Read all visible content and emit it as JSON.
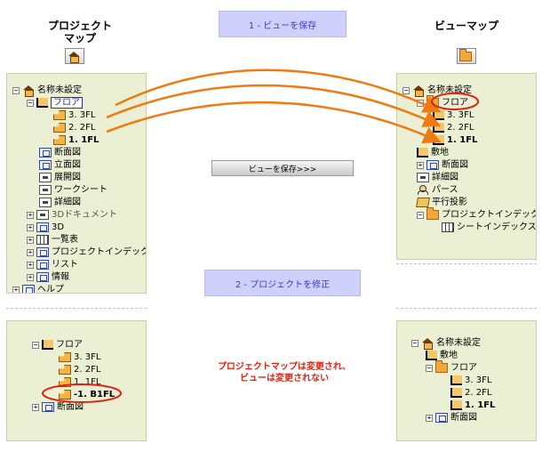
{
  "headings": {
    "project_map_line1": "プロジェクト",
    "project_map_line2": "マップ",
    "view_map": "ビューマップ"
  },
  "steps": {
    "step1": "1 - ビューを保存",
    "step2": "2 - プロジェクトを修正"
  },
  "save_button": "ビューを保存>>>",
  "note": {
    "line1": "プロジェクトマップは変更され、",
    "line2": "ビューは変更されない"
  },
  "project_tree": {
    "root": "名称未設定",
    "floor_group": "フロア",
    "floors": [
      "3. 3FL",
      "2. 2FL",
      "1. 1FL"
    ],
    "items": [
      "断面図",
      "立面図",
      "展開図",
      "ワークシート",
      "詳細図",
      "3Dドキュメント",
      "3D",
      "一覧表",
      "プロジェクトインデックス",
      "リスト",
      "情報"
    ],
    "help": "ヘルプ"
  },
  "view_tree": {
    "root": "名称未設定",
    "floor_group": "フロア",
    "floors": [
      "3. 3FL",
      "2. 2FL",
      "1. 1FL"
    ],
    "items": [
      "敷地",
      "断面図",
      "詳細図",
      "パース",
      "平行投影",
      "プロジェクトインデックス",
      "シートインデックス"
    ]
  },
  "project_tree_after": {
    "floor_group": "フロア",
    "floors": [
      "3. 3FL",
      "2. 2FL",
      "1. 1FL",
      "-1. B1FL"
    ],
    "section": "断面図"
  },
  "view_tree_after": {
    "root": "名称未設定",
    "site": "敷地",
    "floor_group": "フロア",
    "floors": [
      "3. 3FL",
      "2. 2FL",
      "1. 1FL"
    ],
    "section": "断面図"
  },
  "colors": {
    "panel": "#ebefd4",
    "step_bg": "#cfd0fb",
    "arrow": "#f07a12",
    "highlight": "#e0230f"
  }
}
